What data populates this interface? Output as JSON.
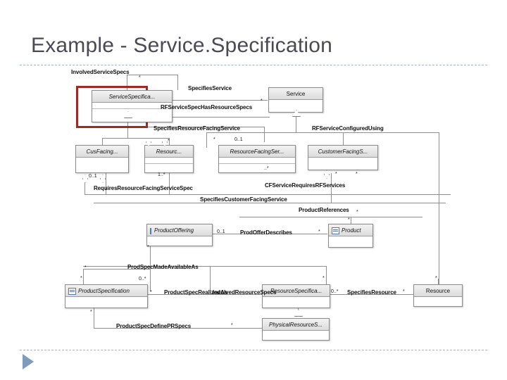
{
  "slide": {
    "title": "Example - Service.Specification",
    "nav_icon": "play-triangle-icon"
  },
  "diagram": {
    "type": "uml-class-diagram",
    "classes": [
      {
        "id": "serviceSpecification",
        "label": "ServiceSpecifica...",
        "italic": true,
        "icon": null,
        "highlighted": true
      },
      {
        "id": "service",
        "label": "Service",
        "italic": false,
        "icon": null,
        "highlighted": false
      },
      {
        "id": "customerFacingSpec",
        "label": "CusFacing...",
        "italic": true,
        "icon": null,
        "highlighted": false
      },
      {
        "id": "resourceSpec",
        "label": "Resourc...",
        "italic": true,
        "icon": null,
        "highlighted": false
      },
      {
        "id": "resourceFacingService",
        "label": "ResourceFacingSer...",
        "italic": true,
        "icon": null,
        "highlighted": false
      },
      {
        "id": "customerFacingService",
        "label": "CustomerFacingS...",
        "italic": true,
        "icon": null,
        "highlighted": false
      },
      {
        "id": "productOffering",
        "label": "ProductOffering",
        "italic": true,
        "icon": "bar-icon",
        "highlighted": false
      },
      {
        "id": "product",
        "label": "Product",
        "italic": true,
        "icon": "mini-icon",
        "highlighted": false
      },
      {
        "id": "productSpecification",
        "label": "ProductSpecification",
        "italic": true,
        "icon": "mini-icon",
        "highlighted": false
      },
      {
        "id": "resourceSpecifica",
        "label": "ResourceSpecifica...",
        "italic": true,
        "icon": null,
        "highlighted": false
      },
      {
        "id": "resource",
        "label": "Resource",
        "italic": false,
        "icon": null,
        "highlighted": false
      },
      {
        "id": "physicalResources",
        "label": "PhysicalResourceS...",
        "italic": true,
        "icon": null,
        "highlighted": false
      }
    ],
    "associations": [
      {
        "id": "involvedServiceSpecs",
        "label": "InvolvedServiceSpecs"
      },
      {
        "id": "specifiesService",
        "label": "SpecifiesService"
      },
      {
        "id": "rfServiceSpecHasResourceSpecs",
        "label": "RFServiceSpecHasResourceSpecs"
      },
      {
        "id": "specifiesResourceFacingService",
        "label": "SpecifiesResourceFacingService"
      },
      {
        "id": "rfServiceConfiguredUsing",
        "label": "RFServiceConfiguredUsing"
      },
      {
        "id": "requiresResourceFacingServiceSpec",
        "label": "RequiresResourceFacingServiceSpec"
      },
      {
        "id": "cfServiceRequiresRFServices",
        "label": "CFServiceRequiresRFServices"
      },
      {
        "id": "specifiesCustomerFacingService",
        "label": "SpecifiesCustomerFacingService"
      },
      {
        "id": "productReferences",
        "label": "ProductReferences"
      },
      {
        "id": "prodOfferDescribes",
        "label": "ProdOfferDescribes"
      },
      {
        "id": "prodSpecMadeAvailableAs",
        "label": "ProdSpecMadeAvailableAs"
      },
      {
        "id": "productSpecRealizedAs",
        "label": "ProductSpecRealizedAs"
      },
      {
        "id": "involvedResourceSpecs",
        "label": "InvolvedResourceSpecs"
      },
      {
        "id": "specifiesResource",
        "label": "SpecifiesResource"
      },
      {
        "id": "productSpecDefinePRSpecs",
        "label": "ProductSpecDefinePRSpecs"
      }
    ],
    "multiplicities": [
      {
        "id": "m-top-star",
        "value": "*"
      },
      {
        "id": "m-service-star",
        "value": "*"
      },
      {
        "id": "m-rfs-01",
        "value": "0..1"
      },
      {
        "id": "m-rfs-dash",
        "value": "*"
      },
      {
        "id": "m-res-1star",
        "value": "1..*"
      },
      {
        "id": "m-cust-01",
        "value": "0..1"
      },
      {
        "id": "m-cust-dia",
        "value": "*"
      },
      {
        "id": "m-rfsvc-star",
        "value": "..*"
      },
      {
        "id": "m-cfsvc-star-a",
        "value": "*"
      },
      {
        "id": "m-cfsvc-star-b",
        "value": "*"
      },
      {
        "id": "m-prodref-star",
        "value": "*"
      },
      {
        "id": "m-prodoffer-01",
        "value": "0..1"
      },
      {
        "id": "m-prodoffer-down",
        "value": "*"
      },
      {
        "id": "m-product-star",
        "value": "*"
      },
      {
        "id": "m-product-top",
        "value": "*"
      },
      {
        "id": "m-prodspec-0star",
        "value": "0..*"
      },
      {
        "id": "m-prodspec-right",
        "value": "*"
      },
      {
        "id": "m-prodspec-up",
        "value": "*"
      },
      {
        "id": "m-prodspec-down",
        "value": "*"
      },
      {
        "id": "m-resspec-0star",
        "value": "0..*"
      },
      {
        "id": "m-resspec-up",
        "value": "*"
      },
      {
        "id": "m-resource-star",
        "value": "*"
      },
      {
        "id": "m-resource-top",
        "value": "*"
      },
      {
        "id": "m-phys-star",
        "value": "*"
      },
      {
        "id": "m-prodoffer-left",
        "value": "*"
      }
    ]
  }
}
